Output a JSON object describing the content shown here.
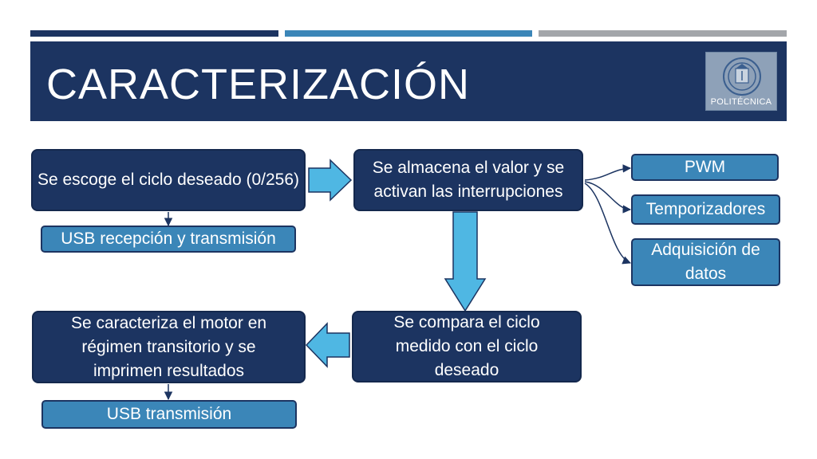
{
  "slide": {
    "title": "CARACTERIZACIÓN",
    "logo_text": "POLITÉCNICA"
  },
  "diagram": {
    "nodes": {
      "choose_cycle": "Se escoge el ciclo deseado (0/256)",
      "usb_rx_tx": "USB recepción y transmisión",
      "store_value": "Se almacena el valor y se activan las interrupciones",
      "pwm": "PWM",
      "timers": "Temporizadores",
      "acquisition": "Adquisición de datos",
      "compare_cycle": "Se compara el ciclo medido con el ciclo deseado",
      "characterize_motor": "Se caracteriza el motor en régimen transitorio y se imprimen resultados",
      "usb_tx": "USB transmisión"
    }
  },
  "colors": {
    "dark_navy": "#1c3461",
    "mid_blue": "#3b86b8",
    "light_blue": "#4fb7e3",
    "gray": "#a3a6aa"
  }
}
